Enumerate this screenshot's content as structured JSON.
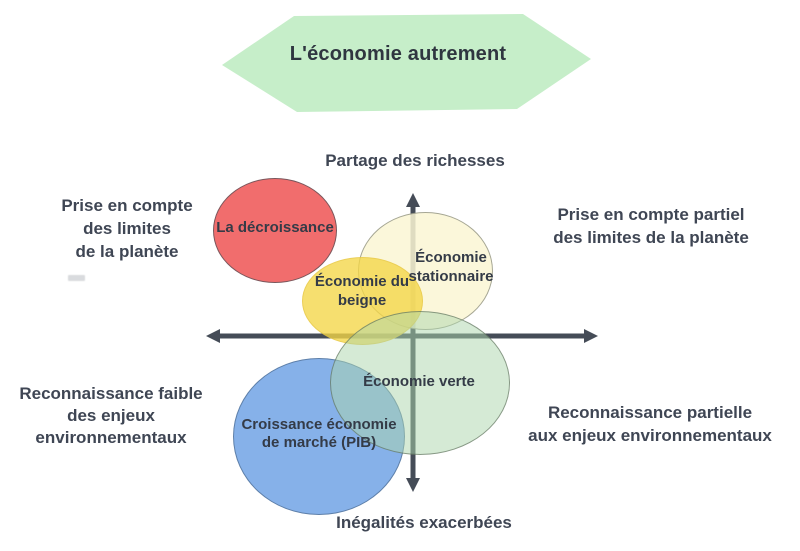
{
  "banner": {
    "title": "L'économie autrement",
    "fill": "#c6eec9",
    "text_color": "#2f3640"
  },
  "axis": {
    "color": "#454c57",
    "top_label": "Partage des richesses",
    "bottom_label": "Inégalités exacerbées"
  },
  "quadrants": {
    "top_left": {
      "lines": [
        "Prise en compte",
        "des limites",
        "de la planète"
      ]
    },
    "top_right": {
      "lines": [
        "Prise en compte partiel",
        "des limites de la planète"
      ]
    },
    "bottom_left": {
      "lines": [
        "Reconnaissance faible",
        "des enjeux",
        "environnementaux"
      ]
    },
    "bottom_right": {
      "lines": [
        "Reconnaissance partielle",
        "aux enjeux environnementaux"
      ]
    }
  },
  "bubbles": {
    "decroissance": {
      "label": "La décroissance",
      "fill": "rgba(240,93,93,0.9)",
      "border": "rgba(73,77,84,0.7)"
    },
    "stationnaire": {
      "lines": [
        "Économie",
        "stationnaire"
      ],
      "fill": "rgba(250,246,212,0.85)",
      "border": "rgba(108,112,100,0.6)"
    },
    "beigne": {
      "lines": [
        "Économie du",
        "beigne"
      ],
      "fill": "rgba(244,214,70,0.78)",
      "border": "rgba(222,188,60,0.45)"
    },
    "verte": {
      "label": "Économie verte",
      "fill": "rgba(172,214,172,0.5)",
      "border": "rgba(84,98,80,0.6)"
    },
    "pib": {
      "lines": [
        "Croissance économie",
        "de marché (PIB)"
      ],
      "fill": "rgba(104,158,228,0.8)",
      "border": "rgba(70,100,135,0.65)"
    }
  }
}
